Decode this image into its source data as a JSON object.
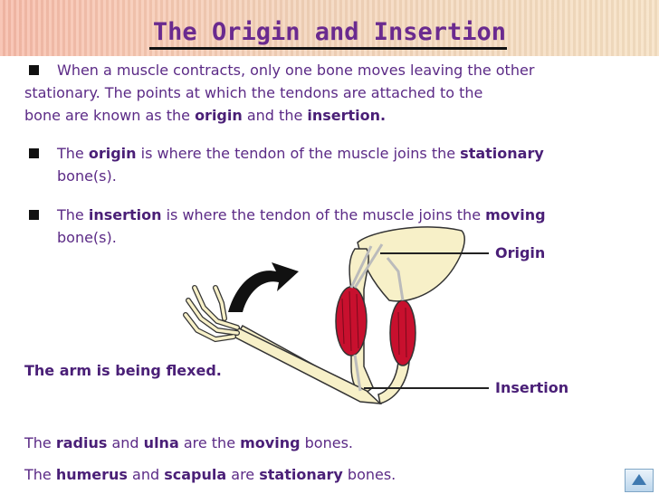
{
  "title": "The Origin and Insertion",
  "intro": {
    "line1": "When a muscle contracts, only one bone moves leaving the other",
    "line2": "stationary.  The points at which the tendons are attached to the",
    "line3_a": "bone are known as the ",
    "line3_b": "origin",
    "line3_c": " and the ",
    "line3_d": "insertion."
  },
  "origin_point": {
    "a": "The ",
    "b": "origin",
    "c": " is where the tendon of the muscle joins the ",
    "d": "stationary",
    "line2": "bone(s)."
  },
  "insertion_point": {
    "a": "The ",
    "b": "insertion",
    "c": " is where the tendon of the muscle joins the ",
    "d": "moving",
    "line2": "bone(s)."
  },
  "labels": {
    "origin": "Origin",
    "insertion": "Insertion"
  },
  "flexed_caption": "The arm is being flexed.",
  "radius_line": {
    "a": "The ",
    "b": "radius",
    "c": " and ",
    "d": "ulna",
    "e": " are the ",
    "f": "moving",
    "g": " bones."
  },
  "humerus_line": {
    "a": "The ",
    "b": "humerus",
    "c": " and ",
    "d": "scapula",
    "e": " are ",
    "f": "stationary",
    "g": " bones."
  },
  "colors": {
    "title": "#6a2a8f",
    "text": "#5b2a86",
    "muscle": "#c8102e",
    "bone": "#f7f0c8"
  },
  "icons": {
    "bullet": "square-bullet-icon",
    "nav": "up-arrow-nav-icon",
    "arrow": "curved-arrow-icon"
  }
}
